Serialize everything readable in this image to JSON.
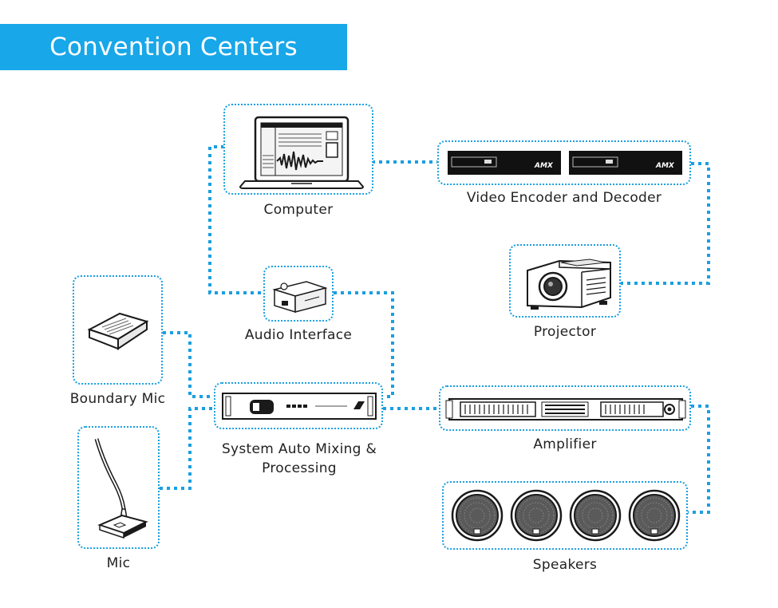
{
  "title": "Convention Centers",
  "colors": {
    "accent": "#18a7e8",
    "connector": "#1a9fe0",
    "device_outline": "#1a1a1a"
  },
  "nodes": {
    "computer": {
      "label": "Computer",
      "icon": "laptop-icon"
    },
    "video_codec": {
      "label": "Video Encoder and Decoder",
      "icon": "video-encoder-icon",
      "brand_text": "AMX"
    },
    "projector": {
      "label": "Projector",
      "icon": "projector-icon"
    },
    "audio_interface": {
      "label": "Audio Interface",
      "icon": "audio-interface-icon"
    },
    "boundary_mic": {
      "label": "Boundary Mic",
      "icon": "boundary-mic-icon"
    },
    "mixer": {
      "label_line1": "System Auto Mixing &",
      "label_line2": "Processing",
      "icon": "mixer-rack-icon"
    },
    "mic": {
      "label": "Mic",
      "icon": "gooseneck-mic-icon"
    },
    "amplifier": {
      "label": "Amplifier",
      "icon": "amplifier-rack-icon"
    },
    "speakers": {
      "label": "Speakers",
      "icon": "ceiling-speaker-icon"
    }
  }
}
